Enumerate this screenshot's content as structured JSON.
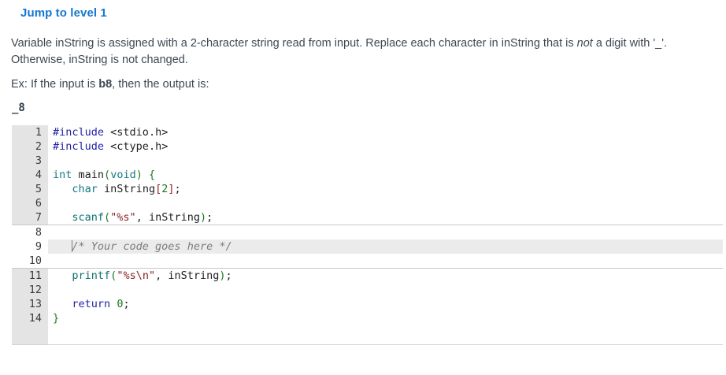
{
  "header": {
    "level_label": "Jump to level 1",
    "accent_color": "#1577cf"
  },
  "prompt": {
    "paragraph_1_part_1": "Variable inString is assigned with a 2-character string read from input. Replace each character in inString that is ",
    "paragraph_1_italic": "not",
    "paragraph_1_part_2": " a digit with '_'. Otherwise, inString is not changed.",
    "example_prefix": "Ex: If the input is ",
    "example_input": "b8",
    "example_suffix": ", then the output is:",
    "example_output": "_8"
  },
  "editor": {
    "language": "c",
    "highlighted_line": 9,
    "editable_lines": [
      8,
      9,
      10
    ],
    "lines": [
      {
        "num": "1",
        "tokens": [
          {
            "t": "#include",
            "c": "tok-pre"
          },
          {
            "t": " ",
            "c": "tok-punct"
          },
          {
            "t": "<stdio.h>",
            "c": "tok-inc"
          }
        ]
      },
      {
        "num": "2",
        "tokens": [
          {
            "t": "#include",
            "c": "tok-pre"
          },
          {
            "t": " ",
            "c": "tok-punct"
          },
          {
            "t": "<ctype.h>",
            "c": "tok-inc"
          }
        ]
      },
      {
        "num": "3",
        "tokens": []
      },
      {
        "num": "4",
        "tokens": [
          {
            "t": "int",
            "c": "tok-type"
          },
          {
            "t": " ",
            "c": "tok-punct"
          },
          {
            "t": "main",
            "c": "tok-id"
          },
          {
            "t": "(",
            "c": "tok-paren"
          },
          {
            "t": "void",
            "c": "tok-type"
          },
          {
            "t": ")",
            "c": "tok-paren"
          },
          {
            "t": " ",
            "c": "tok-punct"
          },
          {
            "t": "{",
            "c": "tok-brace"
          }
        ]
      },
      {
        "num": "5",
        "tokens": [
          {
            "t": "   ",
            "c": "tok-punct"
          },
          {
            "t": "char",
            "c": "tok-type"
          },
          {
            "t": " ",
            "c": "tok-punct"
          },
          {
            "t": "inString",
            "c": "tok-id"
          },
          {
            "t": "[",
            "c": "tok-brack"
          },
          {
            "t": "2",
            "c": "tok-num"
          },
          {
            "t": "]",
            "c": "tok-brack"
          },
          {
            "t": ";",
            "c": "tok-punct"
          }
        ]
      },
      {
        "num": "6",
        "tokens": []
      },
      {
        "num": "7",
        "tokens": [
          {
            "t": "   ",
            "c": "tok-punct"
          },
          {
            "t": "scanf",
            "c": "tok-fn"
          },
          {
            "t": "(",
            "c": "tok-paren"
          },
          {
            "t": "\"%s\"",
            "c": "tok-str"
          },
          {
            "t": ", ",
            "c": "tok-punct"
          },
          {
            "t": "inString",
            "c": "tok-id"
          },
          {
            "t": ")",
            "c": "tok-paren"
          },
          {
            "t": ";",
            "c": "tok-punct"
          }
        ]
      },
      {
        "num": "8",
        "tokens": []
      },
      {
        "num": "9",
        "tokens": [
          {
            "t": "   ",
            "c": "tok-punct"
          },
          {
            "t": "/* Your code goes here */",
            "c": "tok-comment"
          }
        ]
      },
      {
        "num": "10",
        "tokens": []
      },
      {
        "num": "11",
        "tokens": [
          {
            "t": "   ",
            "c": "tok-punct"
          },
          {
            "t": "printf",
            "c": "tok-fn"
          },
          {
            "t": "(",
            "c": "tok-paren"
          },
          {
            "t": "\"%s\\n\"",
            "c": "tok-str"
          },
          {
            "t": ", ",
            "c": "tok-punct"
          },
          {
            "t": "inString",
            "c": "tok-id"
          },
          {
            "t": ")",
            "c": "tok-paren"
          },
          {
            "t": ";",
            "c": "tok-punct"
          }
        ]
      },
      {
        "num": "12",
        "tokens": []
      },
      {
        "num": "13",
        "tokens": [
          {
            "t": "   ",
            "c": "tok-punct"
          },
          {
            "t": "return",
            "c": "tok-kw"
          },
          {
            "t": " ",
            "c": "tok-punct"
          },
          {
            "t": "0",
            "c": "tok-num"
          },
          {
            "t": ";",
            "c": "tok-punct"
          }
        ]
      },
      {
        "num": "14",
        "tokens": [
          {
            "t": "}",
            "c": "tok-brace"
          }
        ]
      }
    ]
  }
}
